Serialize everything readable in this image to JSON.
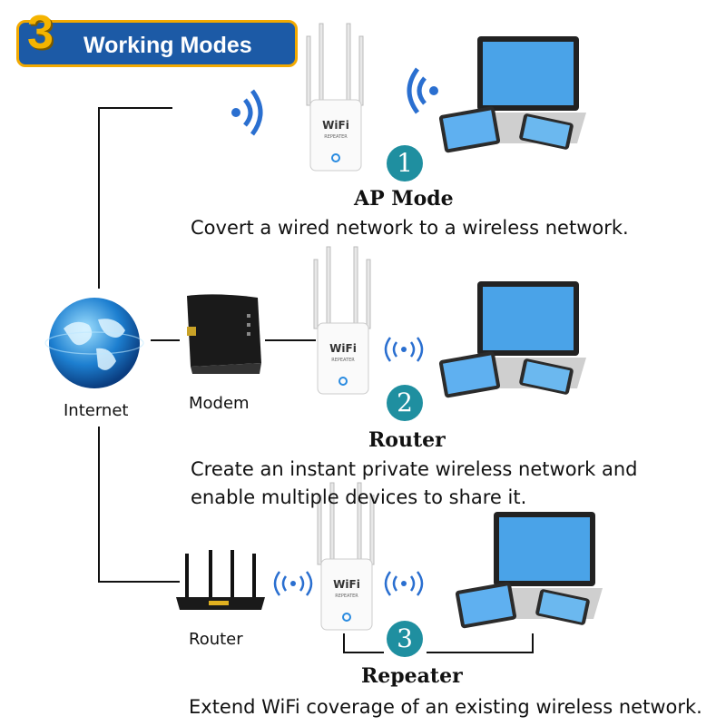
{
  "badge": {
    "number": "3",
    "text": "Working Modes"
  },
  "nodes": {
    "internet": "Internet",
    "modem": "Modem",
    "router": "Router"
  },
  "modes": [
    {
      "number": "1",
      "title": "AP Mode",
      "description": [
        "Covert a wired network to a wireless network."
      ]
    },
    {
      "number": "2",
      "title": "Router",
      "description": [
        "Create an instant private wireless network and",
        "enable multiple devices to share it."
      ]
    },
    {
      "number": "3",
      "title": "Repeater",
      "description": [
        "Extend WiFi coverage of an existing wireless network."
      ]
    }
  ],
  "device": {
    "brand": "WiFi",
    "sublabel": "REPEATER"
  },
  "colors": {
    "badge_bg": "#1c5aa6",
    "badge_accent": "#f5b400",
    "number_circle": "#1f8fa0",
    "signal": "#2a6fd0"
  }
}
